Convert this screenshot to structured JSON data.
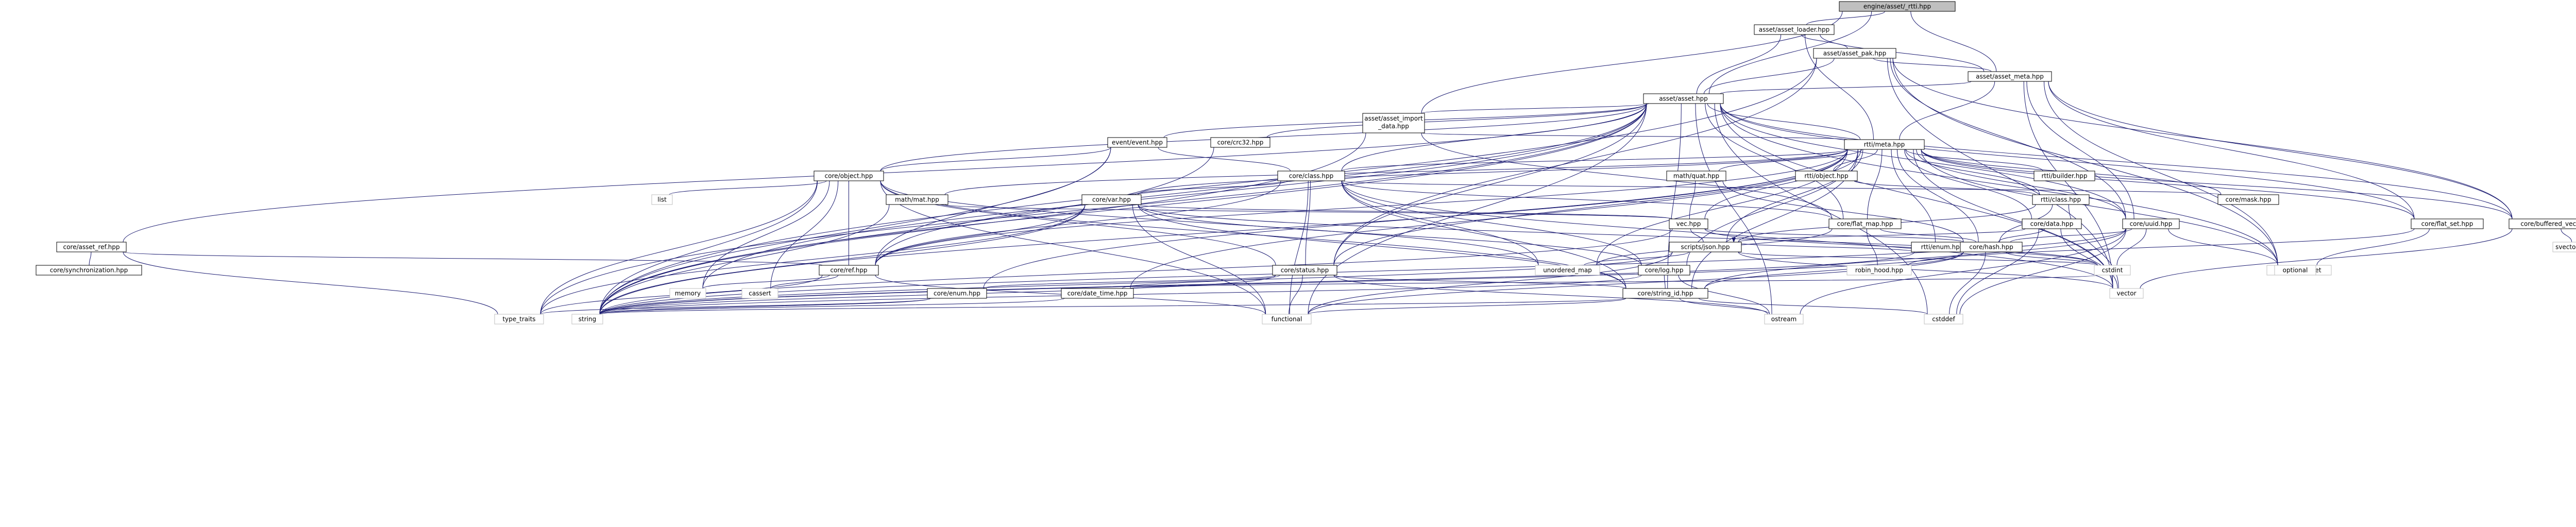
{
  "graph": {
    "colors": {
      "node_border": "#000000",
      "node_fill": "#ffffff",
      "root_fill": "#bfbfbf",
      "undocumented_border": "#bfbfbf",
      "link_text": "#000000",
      "red_text": "#ff0000",
      "edge": "#191970"
    },
    "nodes": [
      {
        "id": "root",
        "label": "engine/asset/_rtti.hpp",
        "style": "root"
      },
      {
        "id": "asset_loader",
        "label": "asset/asset_loader.hpp",
        "style": "normal"
      },
      {
        "id": "asset_pak",
        "label": "asset/asset_pak.hpp",
        "style": "red"
      },
      {
        "id": "asset_meta",
        "label": "asset/asset_meta.hpp",
        "style": "normal"
      },
      {
        "id": "asset",
        "label": "asset/asset.hpp",
        "style": "normal"
      },
      {
        "id": "asset_import_data",
        "label": "asset/asset_import\n_data.hpp",
        "style": "normal"
      },
      {
        "id": "crc32",
        "label": "core/crc32.hpp",
        "style": "normal"
      },
      {
        "id": "event",
        "label": "event/event.hpp",
        "style": "normal"
      },
      {
        "id": "rtti_meta",
        "label": "rtti/meta.hpp",
        "style": "red"
      },
      {
        "id": "rtti_builder",
        "label": "rtti/builder.hpp",
        "style": "red"
      },
      {
        "id": "rtti_object",
        "label": "rtti/object.hpp",
        "style": "red"
      },
      {
        "id": "core_object",
        "label": "core/object.hpp",
        "style": "normal"
      },
      {
        "id": "core_class",
        "label": "core/class.hpp",
        "style": "normal"
      },
      {
        "id": "math_quat",
        "label": "math/quat.hpp",
        "style": "normal"
      },
      {
        "id": "rtti_class",
        "label": "rtti/class.hpp",
        "style": "red"
      },
      {
        "id": "core_mask",
        "label": "core/mask.hpp",
        "style": "red"
      },
      {
        "id": "math_mat",
        "label": "math/mat.hpp",
        "style": "red"
      },
      {
        "id": "core_var",
        "label": "core/var.hpp",
        "style": "red"
      },
      {
        "id": "vec",
        "label": "vec.hpp",
        "style": "red"
      },
      {
        "id": "core_flat_map",
        "label": "core/flat_map.hpp",
        "style": "normal"
      },
      {
        "id": "core_data",
        "label": "core/data.hpp",
        "style": "red"
      },
      {
        "id": "core_uuid",
        "label": "core/uuid.hpp",
        "style": "normal"
      },
      {
        "id": "core_flat_set",
        "label": "core/flat_set.hpp",
        "style": "normal"
      },
      {
        "id": "core_buffered_vector",
        "label": "core/buffered_vector.hpp",
        "style": "normal"
      },
      {
        "id": "svector",
        "label": "svector.hpp",
        "style": "ghost"
      },
      {
        "id": "core_asset_ref",
        "label": "core/asset_ref.hpp",
        "style": "normal"
      },
      {
        "id": "core_sync",
        "label": "core/synchronization.hpp",
        "style": "red"
      },
      {
        "id": "rtti_enum",
        "label": "rtti/enum.hpp",
        "style": "red"
      },
      {
        "id": "scripts_json",
        "label": "scripts/json.hpp",
        "style": "red"
      },
      {
        "id": "core_hash",
        "label": "core/hash.hpp",
        "style": "red"
      },
      {
        "id": "core_status",
        "label": "core/status.hpp",
        "style": "normal"
      },
      {
        "id": "core_log",
        "label": "core/log.hpp",
        "style": "red"
      },
      {
        "id": "core_ref",
        "label": "core/ref.hpp",
        "style": "red"
      },
      {
        "id": "core_string_id",
        "label": "core/string_id.hpp",
        "style": "normal"
      },
      {
        "id": "core_enum",
        "label": "core/enum.hpp",
        "style": "red"
      },
      {
        "id": "core_date_time",
        "label": "core/date_time.hpp",
        "style": "red"
      },
      {
        "id": "list",
        "label": "list",
        "style": "ghost"
      },
      {
        "id": "memory",
        "label": "memory",
        "style": "ghost"
      },
      {
        "id": "cassert",
        "label": "cassert",
        "style": "ghost"
      },
      {
        "id": "type_traits",
        "label": "type_traits",
        "style": "ghost"
      },
      {
        "id": "string",
        "label": "string",
        "style": "ghost"
      },
      {
        "id": "functional",
        "label": "functional",
        "style": "ghost"
      },
      {
        "id": "unordered_map",
        "label": "unordered_map",
        "style": "ghost"
      },
      {
        "id": "robin_hood",
        "label": "robin_hood.hpp",
        "style": "ghost"
      },
      {
        "id": "ostream",
        "label": "ostream",
        "style": "ghost"
      },
      {
        "id": "cstddef",
        "label": "cstddef",
        "style": "ghost"
      },
      {
        "id": "cstdint",
        "label": "cstdint",
        "style": "ghost"
      },
      {
        "id": "vector",
        "label": "vector",
        "style": "ghost"
      },
      {
        "id": "unordered_set",
        "label": "unordered_set",
        "style": "ghost"
      },
      {
        "id": "optional",
        "label": "optional",
        "style": "ghost"
      }
    ]
  }
}
